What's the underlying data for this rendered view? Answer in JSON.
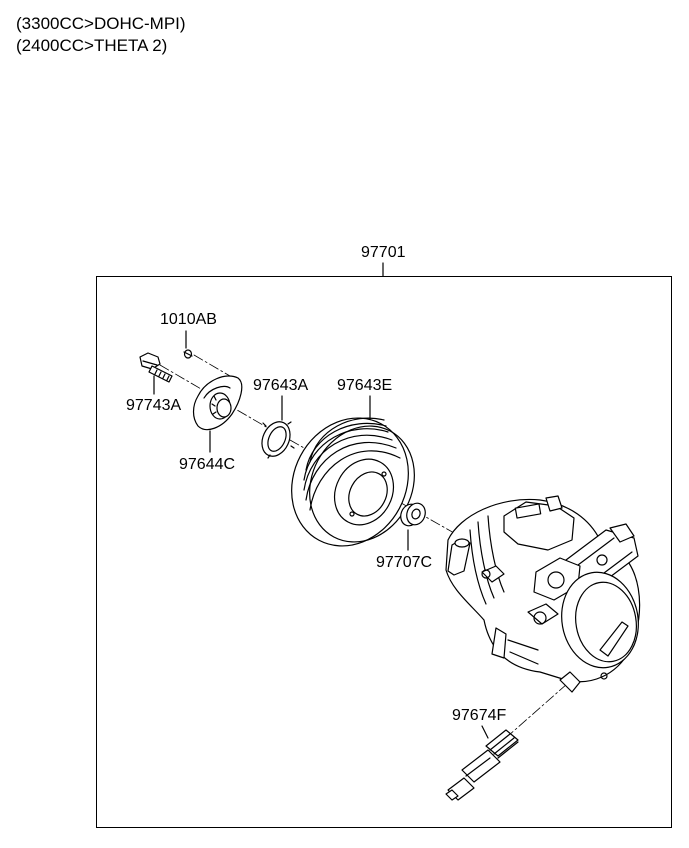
{
  "header": {
    "line1": "(3300CC>DOHC-MPI)",
    "line2": "(2400CC>THETA 2)"
  },
  "assembly": {
    "number": "97701"
  },
  "parts": [
    {
      "number": "1010AB"
    },
    {
      "number": "97743A"
    },
    {
      "number": "97644C"
    },
    {
      "number": "97643A"
    },
    {
      "number": "97643E"
    },
    {
      "number": "97707C"
    },
    {
      "number": "97674F"
    }
  ],
  "colors": {
    "line": "#000000",
    "background": "#ffffff"
  }
}
